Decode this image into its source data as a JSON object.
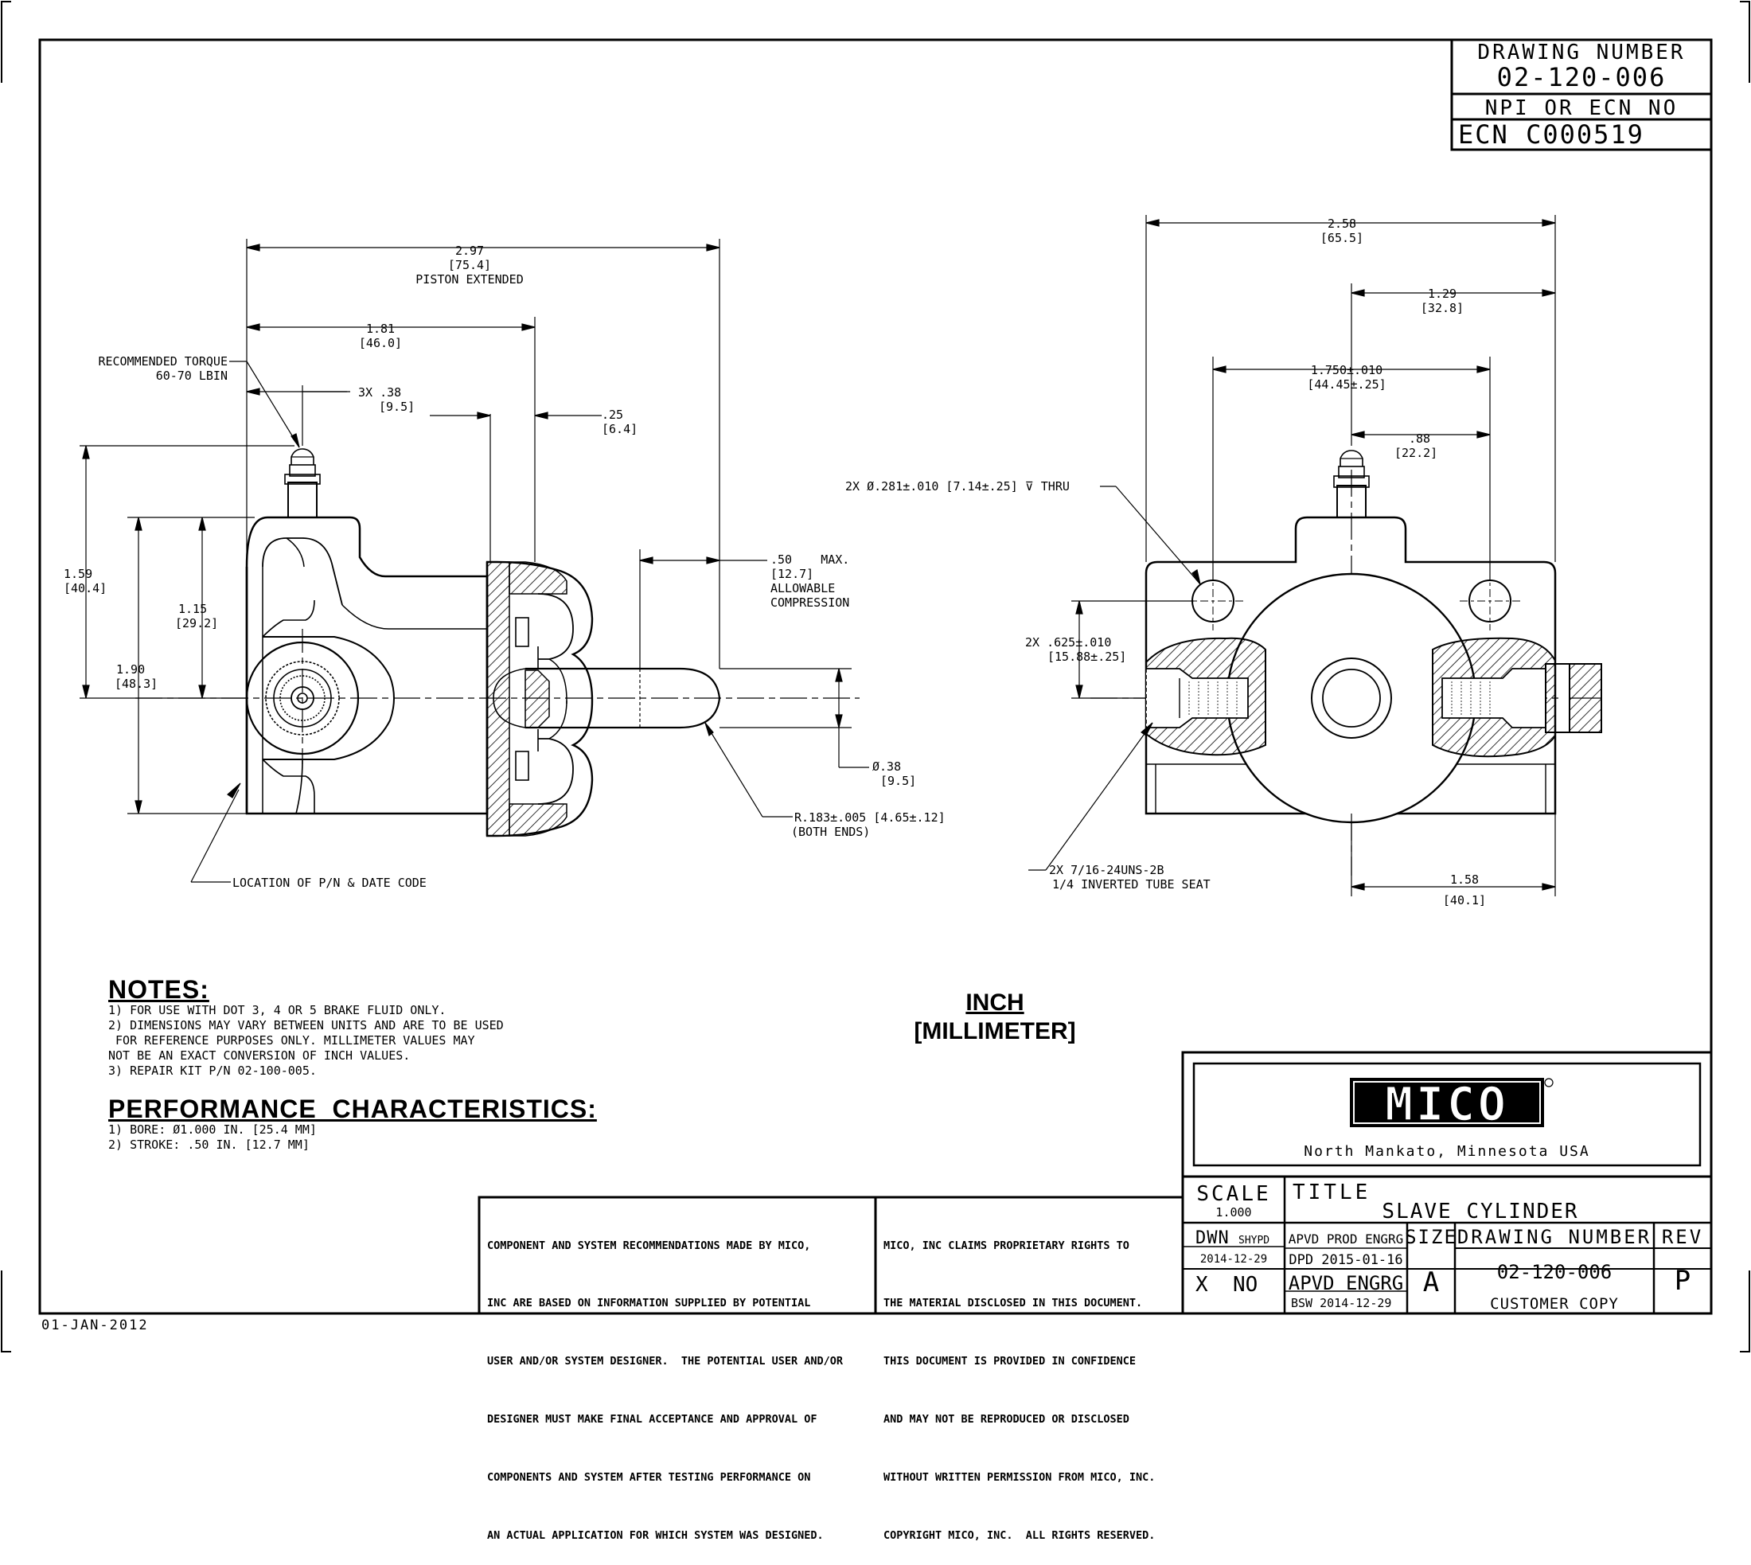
{
  "title_block_top": {
    "drawing_number_label": "DRAWING NUMBER",
    "drawing_number": "02-120-006",
    "npi_label": "NPI OR ECN NO",
    "ecn": "ECN C000519"
  },
  "left_view": {
    "dim_overall": "2.97",
    "dim_overall_mm": "[75.4]",
    "dim_overall_note": "PISTON EXTENDED",
    "dim_181": "1.81",
    "dim_181_mm": "[46.0]",
    "torque_1": "RECOMMENDED TORQUE",
    "torque_2": "60-70 LBIN",
    "dim_3x38": "3X .38",
    "dim_3x38_mm": "[9.5]",
    "dim_25": ".25",
    "dim_25_mm": "[6.4]",
    "dim_50": ".50    MAX.",
    "dim_50_mm": "[12.7]",
    "dim_50_n1": "ALLOWABLE",
    "dim_50_n2": "COMPRESSION",
    "dim_159": "1.59",
    "dim_159_mm": "[40.4]",
    "dim_115": "1.15",
    "dim_115_mm": "[29.2]",
    "dim_190": "1.90",
    "dim_190_mm": "[48.3]",
    "dim_dia38": "Ø.38",
    "dim_dia38_mm": "[9.5]",
    "dim_r183": "R.183±.005 [4.65±.12]",
    "dim_r183_n": "(BOTH ENDS)",
    "loc_note": "LOCATION OF P/N & DATE CODE"
  },
  "right_view": {
    "dim_258": "2.58",
    "dim_258_mm": "[65.5]",
    "dim_129": "1.29",
    "dim_129_mm": "[32.8]",
    "dim_1750": "1.750±.010",
    "dim_1750_mm": "[44.45±.25]",
    "dim_88": ".88",
    "dim_88_mm": "[22.2]",
    "hole_note": "2X Ø.281±.010 [7.14±.25] ⊽ THRU",
    "dim_625": "2X .625±.010",
    "dim_625_mm": "[15.88±.25]",
    "thread_1": "2X 7/16-24UNS-2B",
    "thread_2": "1/4 INVERTED TUBE SEAT",
    "dim_158": "1.58",
    "dim_158_mm": "[40.1]"
  },
  "notes": {
    "heading": "NOTES:",
    "lines": [
      "1) FOR USE WITH DOT 3, 4 OR 5 BRAKE FLUID ONLY.",
      "2) DIMENSIONS MAY VARY BETWEEN UNITS AND ARE TO BE USED",
      " FOR REFERENCE PURPOSES ONLY. MILLIMETER VALUES MAY",
      "NOT BE AN EXACT CONVERSION OF INCH VALUES.",
      "3) REPAIR KIT P/N 02-100-005."
    ]
  },
  "performance": {
    "heading": "PERFORMANCE  CHARACTERISTICS:",
    "lines": [
      "1) BORE: Ø1.000 IN. [25.4 MM]",
      "2) STROKE: .50 IN. [12.7 MM]"
    ]
  },
  "units": {
    "primary": "INCH",
    "secondary": "[MILLIMETER]"
  },
  "disclaimer_left": [
    "COMPONENT AND SYSTEM RECOMMENDATIONS MADE BY MICO,",
    "INC ARE BASED ON INFORMATION SUPPLIED BY POTENTIAL",
    "USER AND/OR SYSTEM DESIGNER.  THE POTENTIAL USER AND/OR",
    "DESIGNER MUST MAKE FINAL ACCEPTANCE AND APPROVAL OF",
    "COMPONENTS AND SYSTEM AFTER TESTING PERFORMANCE ON",
    "AN ACTUAL APPLICATION FOR WHICH SYSTEM WAS DESIGNED."
  ],
  "disclaimer_right": [
    "MICO, INC CLAIMS PROPRIETARY RIGHTS TO",
    "THE MATERIAL DISCLOSED IN THIS DOCUMENT.",
    "THIS DOCUMENT IS PROVIDED IN CONFIDENCE",
    "AND MAY NOT BE REPRODUCED OR DISCLOSED",
    "WITHOUT WRITTEN PERMISSION FROM MICO, INC.",
    "COPYRIGHT MICO, INC.  ALL RIGHTS RESERVED."
  ],
  "title_block": {
    "logo_text": "MICO",
    "company_location": "North Mankato, Minnesota USA",
    "scale_label": "SCALE",
    "scale_value": "1.000",
    "title_label": "TITLE",
    "title_value": "SLAVE CYLINDER",
    "dwn_label": "DWN",
    "dwn_by": "SHYPD",
    "dwn_date": "2014-12-29",
    "apvd_prod_label": "APVD PROD ENGRG",
    "apvd_prod_value": "DPD 2015-01-16",
    "size_label": "SIZE",
    "size_value": "A",
    "drawing_number_label": "DRAWING NUMBER",
    "drawing_number": "02-120-006",
    "rev_label": "REV",
    "rev_value": "P",
    "xno": "X  NO",
    "apvd_engrg_label": "APVD ENGRG",
    "apvd_engrg_value": "BSW 2014-12-29",
    "customer_copy": "CUSTOMER COPY"
  },
  "footer_date": "01-JAN-2012"
}
